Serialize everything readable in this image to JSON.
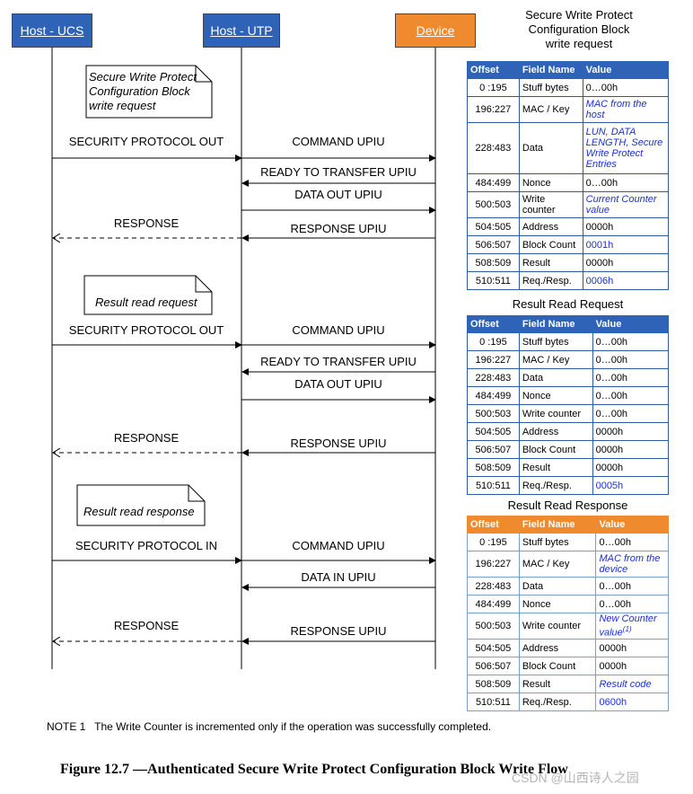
{
  "actors": {
    "ucs": "Host - UCS",
    "utp": "Host - UTP",
    "device": "Device"
  },
  "notes": {
    "n1": [
      "Secure Write Protect",
      "Configuration Block",
      "write request"
    ],
    "n2": "Result read request",
    "n3": "Result read response"
  },
  "labels": {
    "spo": "SECURITY PROTOCOL OUT",
    "spi": "SECURITY PROTOCOL IN",
    "cmd": "COMMAND UPIU",
    "rtt": "READY TO TRANSFER UPIU",
    "dout": "DATA OUT UPIU",
    "din": "DATA IN UPIU",
    "resp": "RESPONSE",
    "respu": "RESPONSE UPIU"
  },
  "tables": {
    "t1": {
      "title": [
        "Secure Write Protect",
        "Configuration Block",
        "write request"
      ],
      "headers": [
        "Offset",
        "Field Name",
        "Value"
      ],
      "rows": [
        {
          "offset": "0 :195",
          "field": "Stuff bytes",
          "value": "0…00h",
          "style": ""
        },
        {
          "offset": "196:227",
          "field": "MAC / Key",
          "value": "MAC from the host",
          "style": "it"
        },
        {
          "offset": "228:483",
          "field": "Data",
          "value": "LUN, DATA LENGTH, Secure Write Protect Entries",
          "style": "it"
        },
        {
          "offset": "484:499",
          "field": "Nonce",
          "value": "0…00h",
          "style": ""
        },
        {
          "offset": "500:503",
          "field": "Write counter",
          "value": "Current Counter value",
          "style": "it"
        },
        {
          "offset": "504:505",
          "field": "Address",
          "value": "0000h",
          "style": ""
        },
        {
          "offset": "506:507",
          "field": "Block Count",
          "value": "0001h",
          "style": "blu"
        },
        {
          "offset": "508:509",
          "field": "Result",
          "value": "0000h",
          "style": ""
        },
        {
          "offset": "510:511",
          "field": "Req./Resp.",
          "value": "0006h",
          "style": "blu"
        }
      ]
    },
    "t2": {
      "title": "Result Read Request",
      "headers": [
        "Offset",
        "Field Name",
        "Value"
      ],
      "rows": [
        {
          "offset": "0 :195",
          "field": "Stuff bytes",
          "value": "0…00h",
          "style": ""
        },
        {
          "offset": "196:227",
          "field": "MAC / Key",
          "value": "0…00h",
          "style": ""
        },
        {
          "offset": "228:483",
          "field": "Data",
          "value": "0…00h",
          "style": ""
        },
        {
          "offset": "484:499",
          "field": "Nonce",
          "value": "0…00h",
          "style": ""
        },
        {
          "offset": "500:503",
          "field": "Write counter",
          "value": "0…00h",
          "style": ""
        },
        {
          "offset": "504:505",
          "field": "Address",
          "value": "0000h",
          "style": ""
        },
        {
          "offset": "506:507",
          "field": "Block Count",
          "value": "0000h",
          "style": ""
        },
        {
          "offset": "508:509",
          "field": "Result",
          "value": "0000h",
          "style": ""
        },
        {
          "offset": "510:511",
          "field": "Req./Resp.",
          "value": "0005h",
          "style": "blu"
        }
      ]
    },
    "t3": {
      "title": "Result Read Response",
      "headers": [
        "Offset",
        "Field Name",
        "Value"
      ],
      "rows": [
        {
          "offset": "0 :195",
          "field": "Stuff bytes",
          "value": "0…00h",
          "style": ""
        },
        {
          "offset": "196:227",
          "field": "MAC / Key",
          "value": "MAC from the device",
          "style": "it"
        },
        {
          "offset": "228:483",
          "field": "Data",
          "value": "0…00h",
          "style": ""
        },
        {
          "offset": "484:499",
          "field": "Nonce",
          "value": "0…00h",
          "style": ""
        },
        {
          "offset": "500:503",
          "field": "Write counter",
          "value": "New Counter value",
          "sup": "(1)",
          "style": "it"
        },
        {
          "offset": "504:505",
          "field": "Address",
          "value": "0000h",
          "style": ""
        },
        {
          "offset": "506:507",
          "field": "Block Count",
          "value": "0000h",
          "style": ""
        },
        {
          "offset": "508:509",
          "field": "Result",
          "value": "Result code",
          "style": "it"
        },
        {
          "offset": "510:511",
          "field": "Req./Resp.",
          "value": "0600h",
          "style": "blu"
        }
      ]
    }
  },
  "note_text": "NOTE 1   The Write Counter is incremented only if the operation was successfully completed.",
  "caption": "Figure 12.7 —Authenticated Secure Write Protect Configuration Block Write Flow",
  "watermark": "CSDN @山西诗人之园",
  "colors": {
    "host": "#2f63b8",
    "device": "#ef8a2e",
    "blue_text": "#1b2fd6"
  }
}
